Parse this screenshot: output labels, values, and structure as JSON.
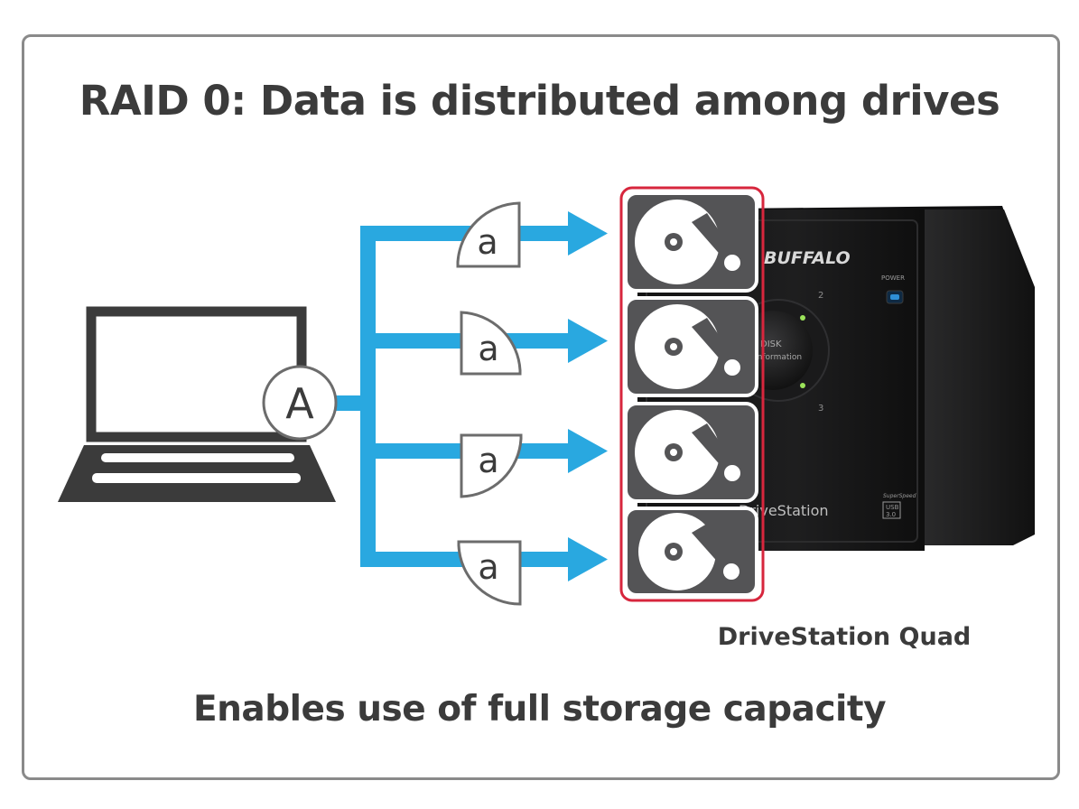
{
  "title": "RAID 0: Data is distributed among drives",
  "subtitle": "Enables use of full storage capacity",
  "source_data": {
    "label": "A"
  },
  "data_chunks": [
    {
      "label": "a"
    },
    {
      "label": "a"
    },
    {
      "label": "a"
    },
    {
      "label": "a"
    }
  ],
  "device": {
    "name": "DriveStation Quad",
    "brand_logo": "BUFFALO",
    "panel_text": "DriveStation",
    "bay_labels": [
      "2",
      "3"
    ],
    "button_text": [
      "DISK",
      "Information"
    ],
    "power_label": "POWER",
    "usb_badge": [
      "SuperSpeed",
      "USB",
      "3.0"
    ]
  },
  "colors": {
    "arrow": "#29a8e0",
    "highlight": "#d7263d",
    "drive_tile": "#545456",
    "text": "#3b3b3b"
  },
  "icons": {
    "computer": "laptop-icon",
    "drive": "hard-disk-icon",
    "chunk": "data-fragment-icon"
  }
}
